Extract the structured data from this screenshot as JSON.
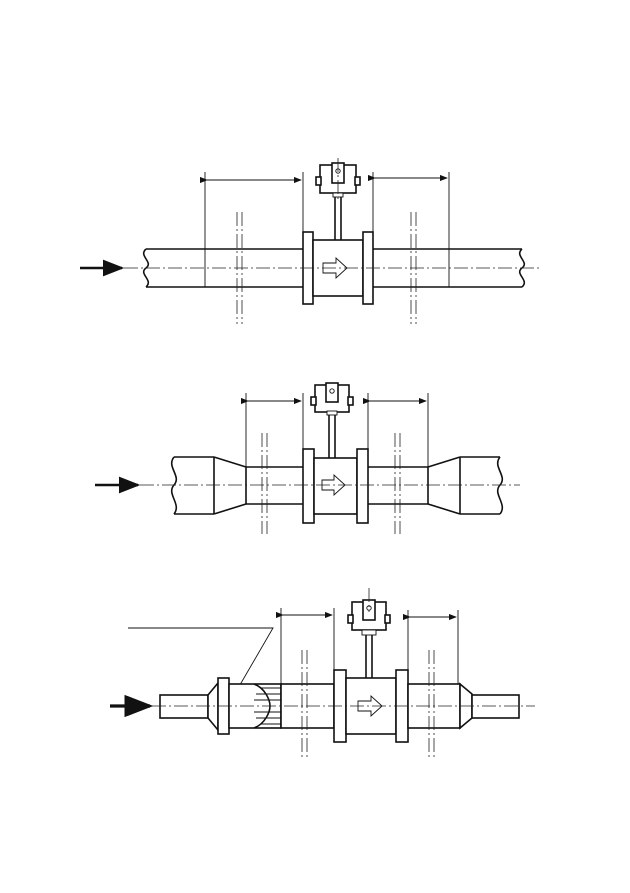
{
  "diagrams": [
    {
      "id": "straight-pipe-installation"
    },
    {
      "id": "reduced-pipe-installation"
    },
    {
      "id": "reduced-pipe-with-flow-straightener"
    }
  ],
  "colors": {
    "line": "#111111",
    "background": "#ffffff"
  }
}
